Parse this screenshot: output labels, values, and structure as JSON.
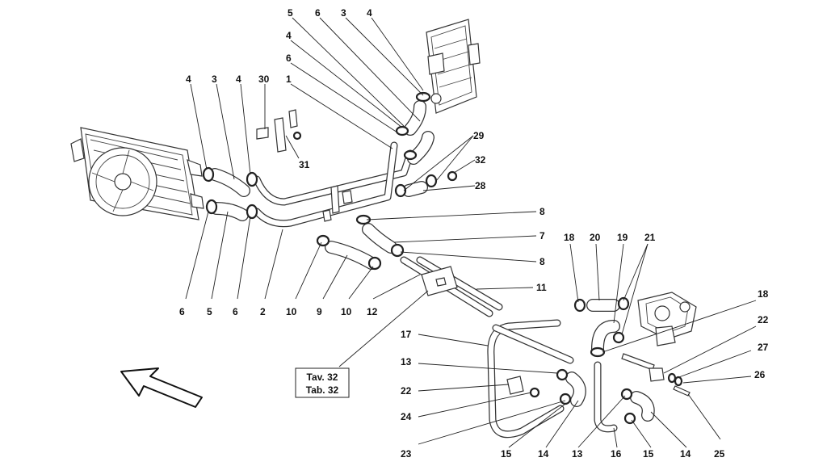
{
  "labels": [
    {
      "text": "5"
    },
    {
      "text": "6"
    },
    {
      "text": "3"
    },
    {
      "text": "4"
    },
    {
      "text": "4"
    },
    {
      "text": "6"
    },
    {
      "text": "1"
    },
    {
      "text": "4"
    },
    {
      "text": "3"
    },
    {
      "text": "4"
    },
    {
      "text": "30"
    },
    {
      "text": "31"
    },
    {
      "text": "29"
    },
    {
      "text": "32"
    },
    {
      "text": "28"
    },
    {
      "text": "8"
    },
    {
      "text": "7"
    },
    {
      "text": "8"
    },
    {
      "text": "11"
    },
    {
      "text": "18"
    },
    {
      "text": "20"
    },
    {
      "text": "19"
    },
    {
      "text": "21"
    },
    {
      "text": "18"
    },
    {
      "text": "22"
    },
    {
      "text": "27"
    },
    {
      "text": "26"
    },
    {
      "text": "6"
    },
    {
      "text": "5"
    },
    {
      "text": "6"
    },
    {
      "text": "2"
    },
    {
      "text": "10"
    },
    {
      "text": "9"
    },
    {
      "text": "10"
    },
    {
      "text": "12"
    },
    {
      "text": "17"
    },
    {
      "text": "13"
    },
    {
      "text": "22"
    },
    {
      "text": "24"
    },
    {
      "text": "23"
    },
    {
      "text": "15"
    },
    {
      "text": "14"
    },
    {
      "text": "13"
    },
    {
      "text": "16"
    },
    {
      "text": "15"
    },
    {
      "text": "14"
    },
    {
      "text": "25"
    }
  ],
  "reference_box": {
    "line1": "Tav. 32",
    "line2": "Tab. 32"
  }
}
